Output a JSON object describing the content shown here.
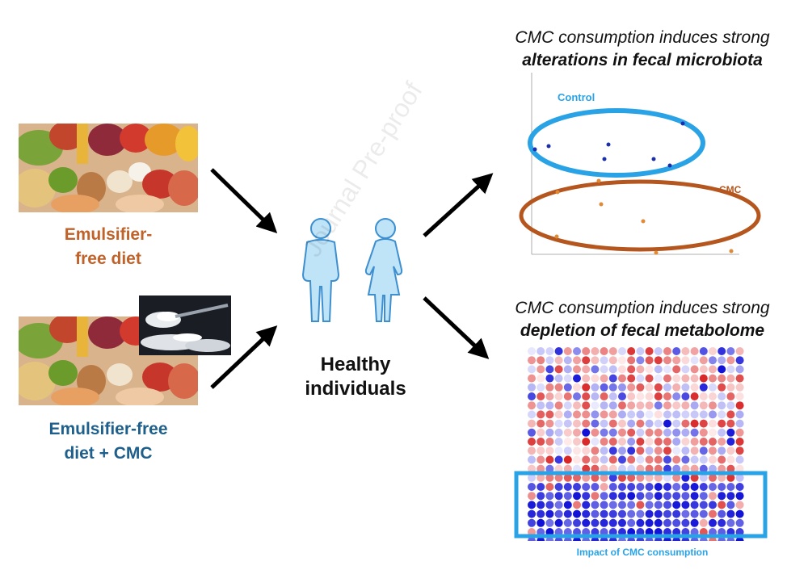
{
  "left": {
    "diet1_label_line1": "Emulsifier-",
    "diet1_label_line2": "free diet",
    "diet2_label_line1": "Emulsifier-free",
    "diet2_label_line2": "diet + CMC"
  },
  "center": {
    "label_line1": "Healthy",
    "label_line2": "individuals"
  },
  "top_right": {
    "headline_line1": "CMC consumption induces strong",
    "headline_line2": "alterations in fecal microbiota",
    "group_control": "Control",
    "group_cmc": "CMC"
  },
  "bottom_right": {
    "headline_line1": "CMC consumption induces strong",
    "headline_line2": "depletion of fecal metabolome",
    "caption": "Impact of CMC consumption"
  },
  "watermark": "Journal Pre-proof",
  "colors": {
    "orange_label": "#c0622a",
    "blue_label": "#1f5f8b",
    "control_ellipse": "#29a3e6",
    "cmc_ellipse": "#b5561e",
    "control_points": "#1a2fb0",
    "cmc_points": "#e08a35",
    "heat_high": "#e02020",
    "heat_low": "#1010d8",
    "highlight_box": "#29a3e6"
  },
  "icons": [
    "food-image",
    "powder-image",
    "male-person-icon",
    "female-person-icon",
    "arrow-icon"
  ]
}
